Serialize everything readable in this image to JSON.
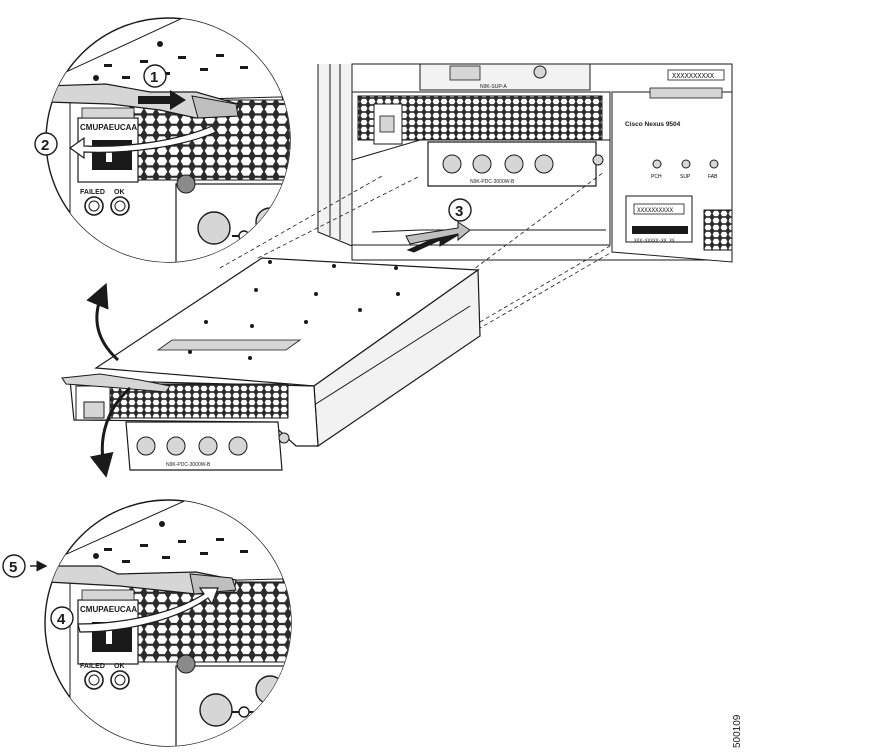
{
  "callouts": {
    "c1": "1",
    "c2": "2",
    "c3": "3",
    "c4": "4",
    "c5": "5"
  },
  "labels": {
    "cmupaeucaa_top": "CMUPAEUCAA",
    "cmupaeucaa_bottom": "CMUPAEUCAA",
    "fail_top": "FAILED",
    "ok_top": "OK",
    "fail_bottom": "FAILED",
    "ok_bottom": "OK",
    "chassis_brand": "Cisco Nexus 9504",
    "sup_module": "N9K-SUP-A",
    "led_1": "PCH",
    "led_2": "SUP",
    "led_3": "FAB",
    "serial_top": "XXXXXXXXXX",
    "serial_mid": "XXXXXXXXXX",
    "serial_bar": "XXX-XXXXX-XX XX",
    "psu_model_top": "N9K-PDC-3000W-B",
    "psu_model_mid": "N9K-PDC-3000W-B",
    "figure_id": "500109"
  },
  "colors": {
    "line": "#1a1a1a",
    "fill_light": "#f2f2f2",
    "fill_mid": "#d6d6d6",
    "fill_dark": "#8a8a8a",
    "callout_fill": "#ffffff"
  }
}
